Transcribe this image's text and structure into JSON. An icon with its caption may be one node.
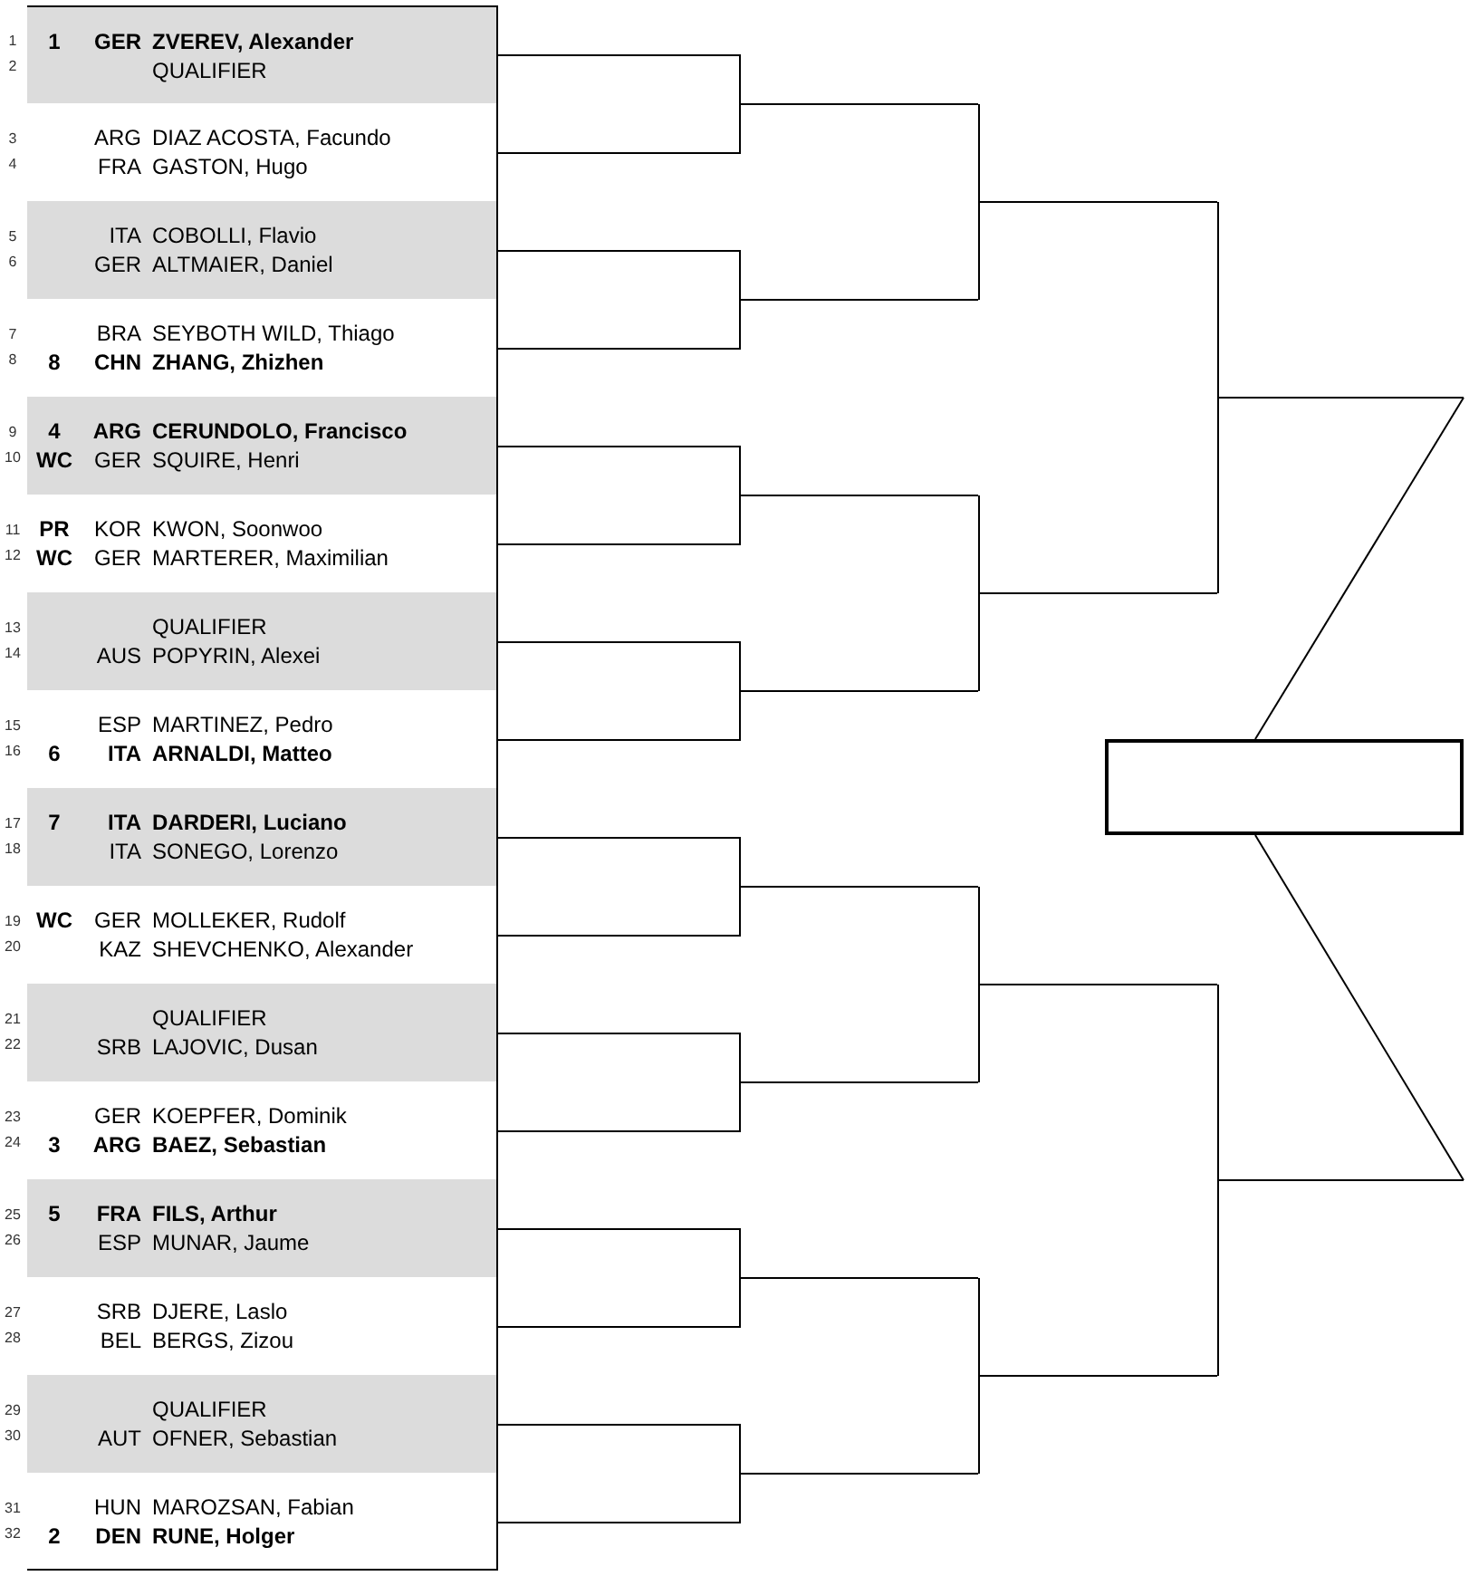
{
  "diagram": {
    "nodes": [
      {
        "text": [
          "1",
          "GER",
          "ZVEREV, Alexander",
          "QUALIFIER"
        ],
        "beside": [
          "1",
          "2"
        ]
      },
      {
        "text": [
          "ARG",
          "DIAZ ACOSTA, Facundo",
          "FRA",
          "GASTON, Hugo"
        ],
        "beside": [
          "3",
          "4"
        ]
      },
      {
        "text": [
          "ITA",
          "COBOLLI, Flavio",
          "GER",
          "ALTMAIER, Daniel"
        ],
        "beside": [
          "5",
          "6"
        ]
      },
      {
        "text": [
          "BRA",
          "SEYBOTH WILD, Thiago",
          "8",
          "CHN",
          "ZHANG, Zhizhen"
        ],
        "beside": [
          "7",
          "8"
        ]
      },
      {
        "text": [
          "4",
          "ARG",
          "CERUNDOLO, Francisco",
          "WC",
          "GER",
          "SQUIRE, Henri"
        ],
        "beside": [
          "9",
          "10"
        ]
      },
      {
        "text": [
          "PR",
          "KOR",
          "KWON, Soonwoo",
          "WC",
          "GER",
          "MARTERER, Maximilian"
        ],
        "beside": [
          "11",
          "12"
        ]
      },
      {
        "text": [
          "QUALIFIER",
          "AUS",
          "POPYRIN, Alexei"
        ],
        "beside": [
          "13",
          "14"
        ]
      },
      {
        "text": [
          "ESP",
          "MARTINEZ, Pedro",
          "6",
          "ITA",
          "ARNALDI, Matteo"
        ],
        "beside": [
          "15",
          "16"
        ]
      },
      {
        "text": [
          "7",
          "ITA",
          "DARDERI, Luciano",
          "ITA",
          "SONEGO, Lorenzo"
        ],
        "beside": [
          "17",
          "18"
        ]
      },
      {
        "text": [
          "WC",
          "GER",
          "MOLLEKER, Rudolf",
          "KAZ",
          "SHEVCHENKO, Alexander"
        ],
        "beside": [
          "19",
          "20"
        ]
      },
      {
        "text": [
          "QUALIFIER",
          "SRB",
          "LAJOVIC, Dusan"
        ],
        "beside": [
          "21",
          "22"
        ]
      },
      {
        "text": [
          "GER",
          "KOEPFER, Dominik",
          "3",
          "ARG",
          "BAEZ, Sebastian"
        ],
        "beside": [
          "23",
          "24"
        ]
      },
      {
        "text": [
          "5",
          "FRA",
          "FILS, Arthur",
          "ESP",
          "MUNAR, Jaume"
        ],
        "beside": [
          "25",
          "26"
        ]
      },
      {
        "text": [
          "SRB",
          "DJERE, Laslo",
          "BEL",
          "BERGS, Zizou"
        ],
        "beside": [
          "27",
          "28"
        ]
      },
      {
        "text": [
          "QUALIFIER",
          "AUT",
          "OFNER, Sebastian"
        ],
        "beside": [
          "29",
          "30"
        ]
      },
      {
        "text": [
          "HUN",
          "MAROZSAN, Fabian",
          "2",
          "DEN",
          "RUNE, Holger"
        ],
        "beside": [
          "31",
          "32"
        ]
      },
      {
        "text": [],
        "shape": "line"
      },
      {
        "text": [],
        "shape": "line"
      },
      {
        "text": [],
        "shape": "line"
      },
      {
        "text": [],
        "shape": "line"
      },
      {
        "text": [],
        "shape": "line"
      },
      {
        "text": [],
        "shape": "line"
      },
      {
        "text": [],
        "shape": "line"
      },
      {
        "text": [],
        "shape": "line"
      },
      {
        "text": [],
        "shape": "line"
      },
      {
        "text": [],
        "shape": "line"
      },
      {
        "text": [],
        "shape": "line"
      },
      {
        "text": [],
        "shape": "line"
      },
      {
        "text": [],
        "shape": "line"
      },
      {
        "text": [],
        "shape": "line"
      },
      {
        "text": [],
        "shape": "box"
      }
    ],
    "edges": [
      {
        "from": 0,
        "to": 16,
        "arrow": "none"
      },
      {
        "from": 1,
        "to": 16,
        "arrow": "none"
      },
      {
        "from": 2,
        "to": 17,
        "arrow": "none"
      },
      {
        "from": 3,
        "to": 17,
        "arrow": "none"
      },
      {
        "from": 4,
        "to": 18,
        "arrow": "none"
      },
      {
        "from": 5,
        "to": 18,
        "arrow": "none"
      },
      {
        "from": 6,
        "to": 19,
        "arrow": "none"
      },
      {
        "from": 7,
        "to": 19,
        "arrow": "none"
      },
      {
        "from": 8,
        "to": 20,
        "arrow": "none"
      },
      {
        "from": 9,
        "to": 20,
        "arrow": "none"
      },
      {
        "from": 10,
        "to": 21,
        "arrow": "none"
      },
      {
        "from": 11,
        "to": 21,
        "arrow": "none"
      },
      {
        "from": 12,
        "to": 22,
        "arrow": "none"
      },
      {
        "from": 13,
        "to": 22,
        "arrow": "none"
      },
      {
        "from": 14,
        "to": 23,
        "arrow": "none"
      },
      {
        "from": 15,
        "to": 23,
        "arrow": "none"
      },
      {
        "from": 16,
        "to": 24,
        "arrow": "none"
      },
      {
        "from": 17,
        "to": 24,
        "arrow": "none"
      },
      {
        "from": 18,
        "to": 25,
        "arrow": "none"
      },
      {
        "from": 19,
        "to": 25,
        "arrow": "none"
      },
      {
        "from": 20,
        "to": 26,
        "arrow": "none"
      },
      {
        "from": 21,
        "to": 26,
        "arrow": "none"
      },
      {
        "from": 22,
        "to": 27,
        "arrow": "none"
      },
      {
        "from": 23,
        "to": 27,
        "arrow": "none"
      },
      {
        "from": 24,
        "to": 28,
        "arrow": "none"
      },
      {
        "from": 25,
        "to": 28,
        "arrow": "none"
      },
      {
        "from": 26,
        "to": 29,
        "arrow": "none"
      },
      {
        "from": 27,
        "to": 29,
        "arrow": "none"
      },
      {
        "from": 28,
        "to": 30,
        "arrow": "none"
      },
      {
        "from": 29,
        "to": 30,
        "arrow": "none"
      }
    ]
  }
}
